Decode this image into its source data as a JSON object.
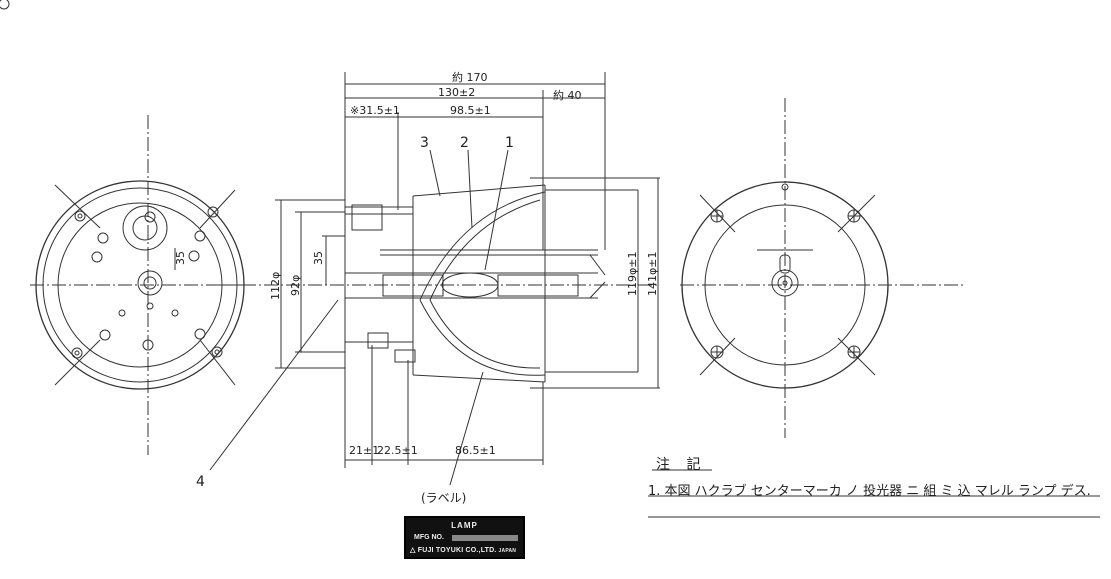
{
  "drawing": {
    "dimensions": {
      "overall_length": "約 170",
      "body_length": "130±2",
      "rear_length": "約 40",
      "front_offset": "※31.5±1",
      "reflector_length": "98.5±1",
      "bottom_a": "21±1",
      "bottom_b": "22.5±1",
      "bottom_c": "86.5±1",
      "inner_height": "35",
      "left_dia_outer": "112φ",
      "left_dia_inner": "92φ",
      "right_dia_a": "119φ±1",
      "right_dia_b": "141φ±1",
      "front_view_35": "35"
    },
    "part_numbers": [
      "1",
      "2",
      "3",
      "4"
    ]
  },
  "notes": {
    "title": "注 記",
    "line1": "1. 本図 ハクラブ センターマーカ ノ 投光器 ニ 組 ミ 込 マレル ランプ デス."
  },
  "label_caption": "(ラベル)",
  "nameplate": {
    "title": "LAMP",
    "mfg_label": "MFG NO.",
    "maker": "△ FUJI TOYUKI CO.,LTD.",
    "country": "JAPAN"
  }
}
